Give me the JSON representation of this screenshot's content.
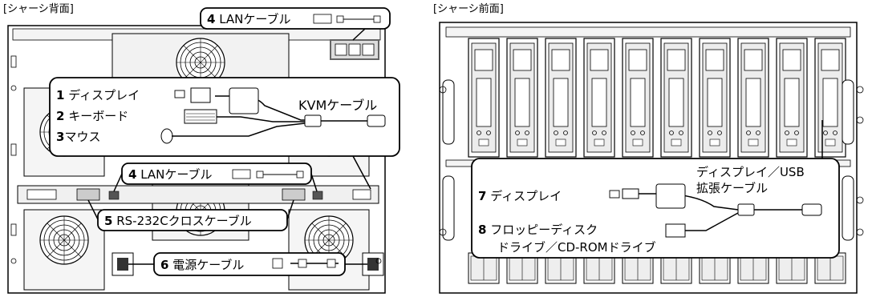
{
  "rear": {
    "title": "[シャーシ背面]",
    "callouts": [
      {
        "num": "4",
        "label": "LANケーブル"
      },
      {
        "num": "1",
        "label": "ディスプレイ"
      },
      {
        "num": "2",
        "label": "キーボード"
      },
      {
        "num": "3",
        "label": "マウス"
      },
      {
        "num": "4",
        "label": "LANケーブル"
      },
      {
        "num": "5",
        "label": "RS-232Cクロスケーブル"
      },
      {
        "num": "6",
        "label": "電源ケーブル"
      }
    ],
    "kvm_label": "KVMケーブル"
  },
  "front": {
    "title": "[シャーシ前面]",
    "cable_label_line1": "ディスプレイ／USB",
    "cable_label_line2": "拡張ケーブル",
    "callouts": [
      {
        "num": "7",
        "label": "ディスプレイ"
      },
      {
        "num": "8",
        "label": "フロッピーディスク"
      }
    ],
    "callout8_line2": "ドライブ／CD-ROMドライブ"
  }
}
